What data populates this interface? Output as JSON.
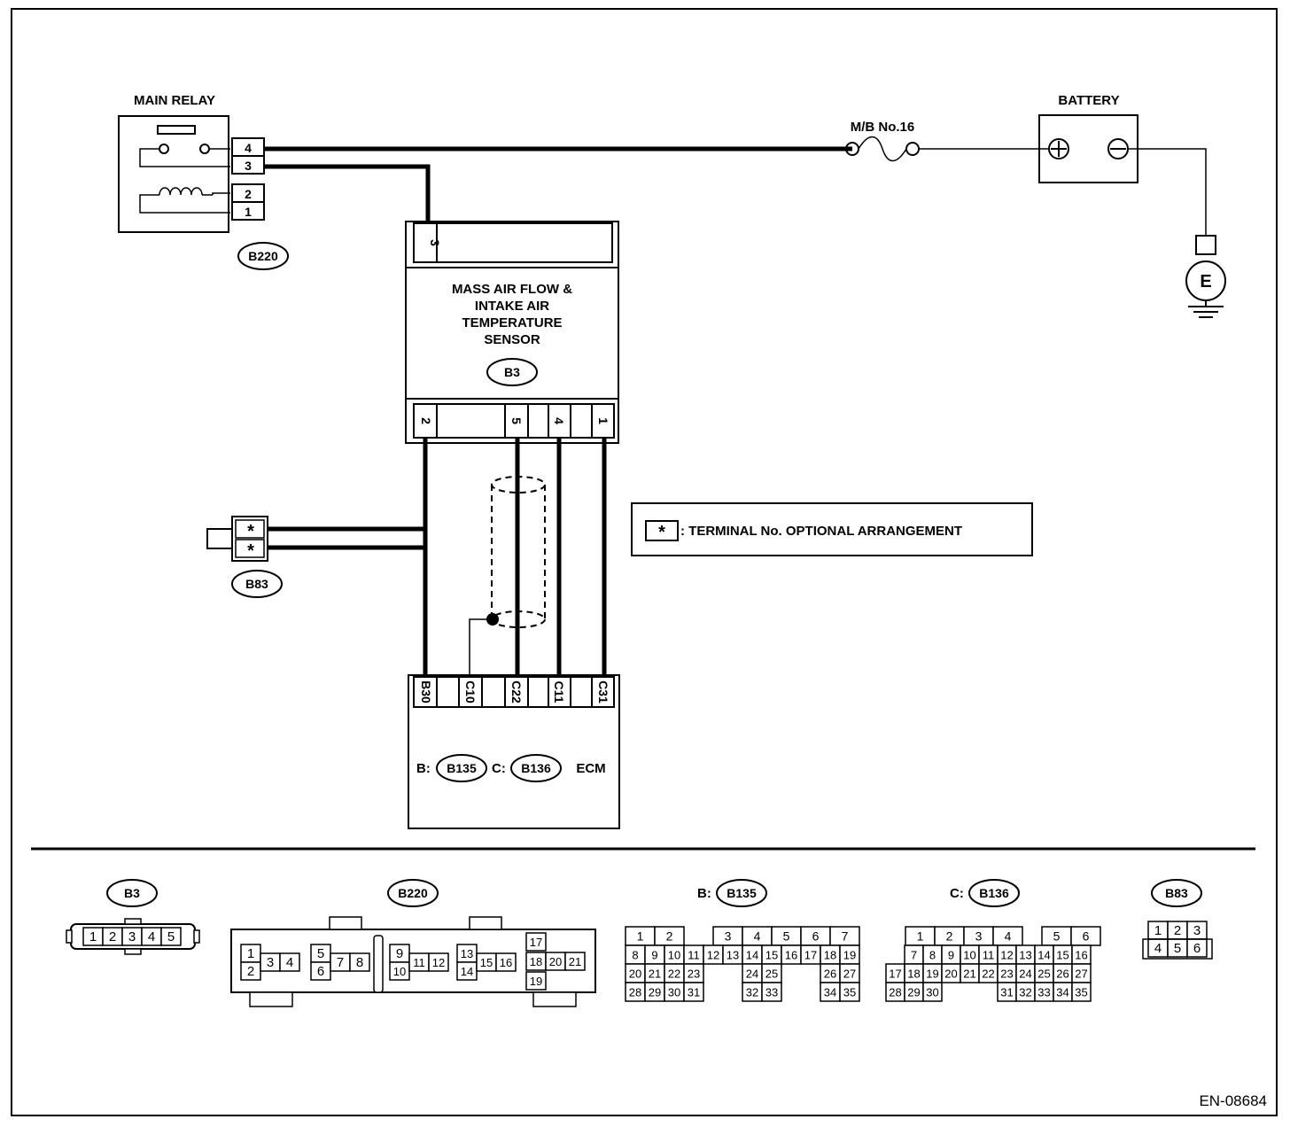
{
  "main_relay": {
    "title": "MAIN RELAY",
    "connector": "B220",
    "terminals": [
      "4",
      "3",
      "2",
      "1"
    ]
  },
  "fuse": {
    "label": "M/B No.16"
  },
  "battery": {
    "title": "BATTERY",
    "ground": "E"
  },
  "maf_sensor": {
    "name_lines": [
      "MASS AIR FLOW &",
      "INTAKE AIR",
      "TEMPERATURE",
      "SENSOR"
    ],
    "connector": "B3",
    "top_terminal": "3",
    "bottom_terminals": [
      "2",
      "5",
      "4",
      "1"
    ]
  },
  "connector_b83": {
    "connector": "B83",
    "terminals": [
      "*",
      "*"
    ]
  },
  "note": {
    "symbol": "*",
    "text": ": TERMINAL No. OPTIONAL ARRANGEMENT"
  },
  "ecm": {
    "title": "ECM",
    "prefix_b": "B:",
    "connector_b": "B135",
    "prefix_c": "C:",
    "connector_c": "B136",
    "terminals": [
      "B30",
      "C10",
      "C22",
      "C11",
      "C31"
    ]
  },
  "connector_views": {
    "b3": {
      "tag": "B3",
      "pins": [
        "1",
        "2",
        "3",
        "4",
        "5"
      ]
    },
    "b220": {
      "tag": "B220",
      "pins": [
        "1",
        "2",
        "3",
        "4",
        "5",
        "6",
        "7",
        "8",
        "9",
        "10",
        "11",
        "12",
        "13",
        "14",
        "15",
        "16",
        "17",
        "18",
        "19",
        "20",
        "21"
      ]
    },
    "b135": {
      "prefix": "B:",
      "tag": "B135",
      "rows": [
        [
          "1",
          "2",
          "",
          "",
          "3",
          "4",
          "5",
          "6",
          "7"
        ],
        [
          "8",
          "9",
          "10",
          "11",
          "12",
          "13",
          "14",
          "15",
          "16",
          "17",
          "18",
          "19"
        ],
        [
          "20",
          "21",
          "22",
          "23",
          "",
          "",
          "24",
          "25",
          "",
          "",
          "26",
          "27"
        ],
        [
          "28",
          "29",
          "30",
          "31",
          "",
          "",
          "32",
          "33",
          "",
          "",
          "34",
          "35"
        ]
      ]
    },
    "b136": {
      "prefix": "C:",
      "tag": "B136",
      "rows": [
        [
          "",
          "1",
          "2",
          "3",
          "4",
          "",
          "5",
          "6"
        ],
        [
          "",
          "7",
          "8",
          "9",
          "10",
          "11",
          "12",
          "13",
          "14",
          "15",
          "16"
        ],
        [
          "17",
          "18",
          "19",
          "20",
          "21",
          "22",
          "23",
          "24",
          "25",
          "26",
          "27"
        ],
        [
          "28",
          "29",
          "30",
          "",
          "",
          "",
          "31",
          "32",
          "33",
          "34",
          "35"
        ]
      ]
    },
    "b83": {
      "tag": "B83",
      "rows": [
        [
          "1",
          "2",
          "3"
        ],
        [
          "4",
          "5",
          "6"
        ]
      ]
    }
  },
  "figure_code": "EN-08684"
}
